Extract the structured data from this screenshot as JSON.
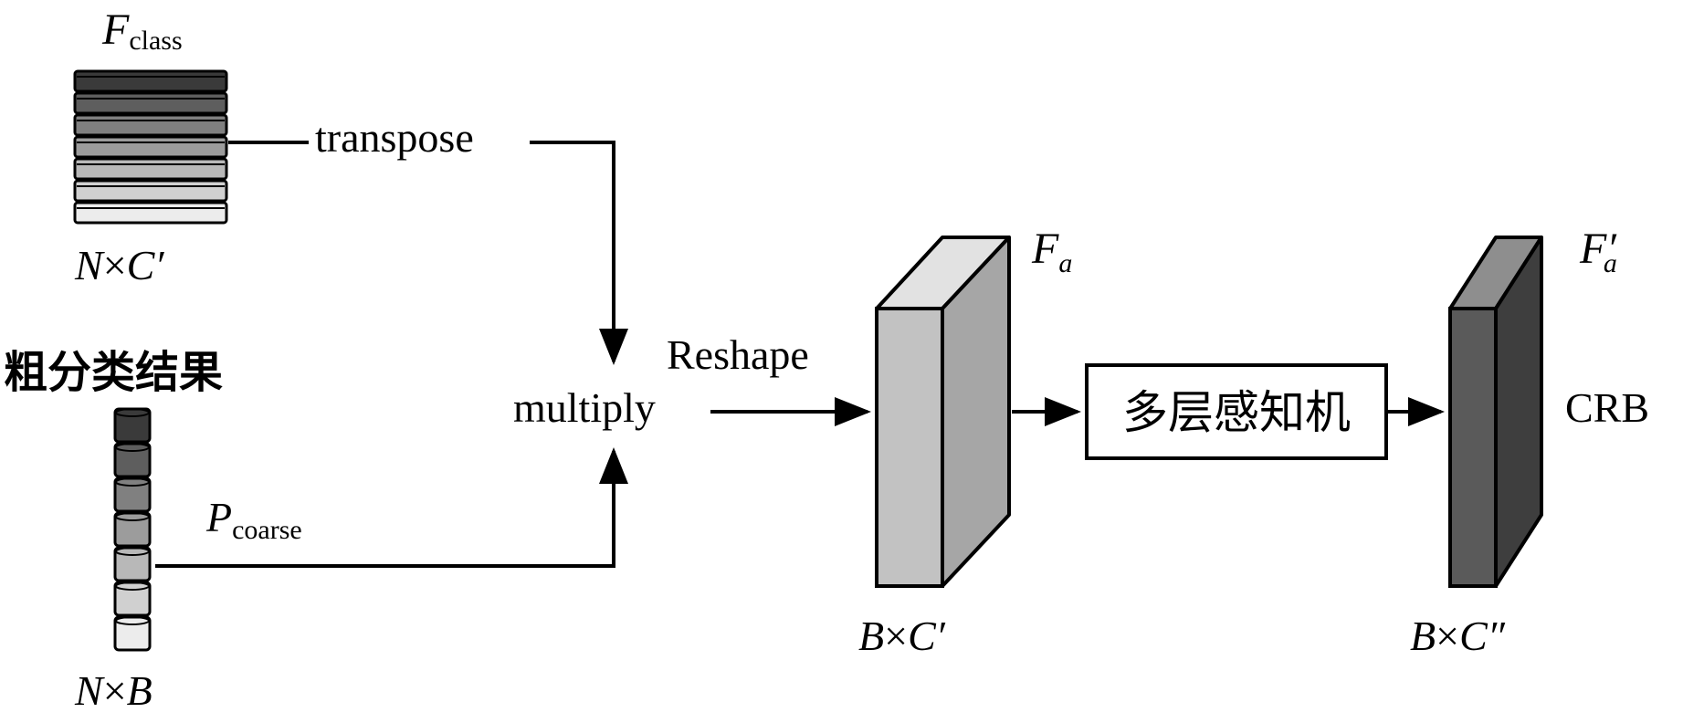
{
  "f_class": {
    "base": "F",
    "sub": "class"
  },
  "f_class_dim": {
    "n": "N",
    "x": "×",
    "c": "C′"
  },
  "transpose_label": "transpose",
  "coarse_title": "粗分类结果",
  "p_coarse": {
    "base": "P",
    "sub": "coarse"
  },
  "p_coarse_dim": {
    "n": "N",
    "x": "×",
    "b": "B"
  },
  "multiply_label": "multiply",
  "reshape_label": "Reshape",
  "fa": {
    "base": "F",
    "sub": "a"
  },
  "fa_dim": {
    "b": "B",
    "x": "×",
    "c": "C′"
  },
  "mlp_label": "多层感知机",
  "fa_prime": {
    "base": "F′",
    "sub": "a"
  },
  "fa_prime_dim": {
    "b": "B",
    "x": "×",
    "c": "C″"
  },
  "crb_label": "CRB",
  "colors": {
    "class_slabs": [
      "#3a3a3a",
      "#5e5e5e",
      "#808080",
      "#9c9c9c",
      "#b8b8b8",
      "#d0d0d0",
      "#ececec"
    ],
    "coarse_discs": [
      "#3a3a3a",
      "#5e5e5e",
      "#808080",
      "#9c9c9c",
      "#b8b8b8",
      "#d0d0d0",
      "#ececec"
    ],
    "fa_front": "#c2c2c2",
    "fa_top": "#e2e2e2",
    "fa_side": "#a6a6a6",
    "fp_front": "#5a5a5a",
    "fp_top": "#8e8e8e",
    "fp_side": "#3e3e3e"
  }
}
